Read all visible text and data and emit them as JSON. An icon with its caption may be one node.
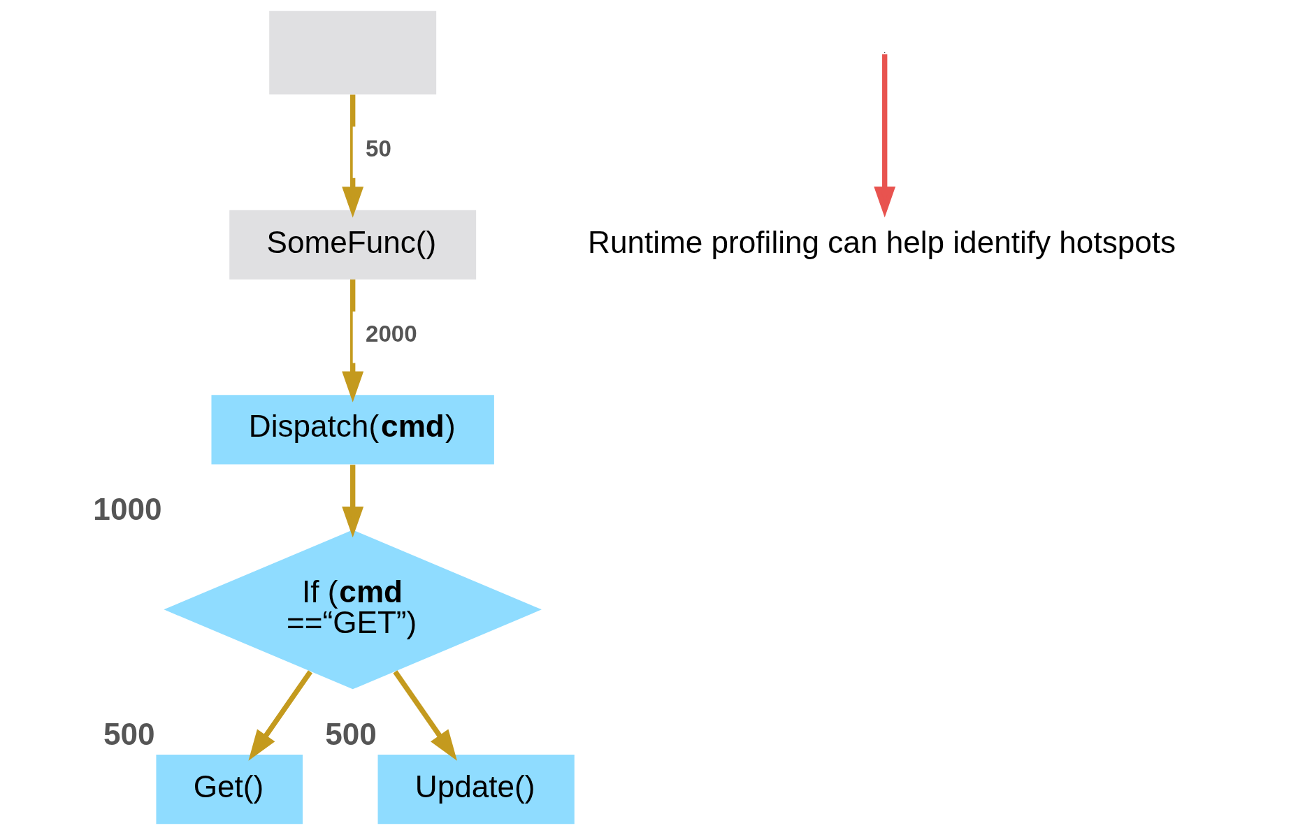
{
  "diagram": {
    "nodes": [
      {
        "text": [],
        "shape": "box"
      },
      {
        "text": [
          "SomeFunc()"
        ]
      },
      {
        "text": [
          "Dispatch(**cmd**)"
        ]
      },
      {
        "text": [
          "If (**cmd** ==“GET”)"
        ],
        "beside": [
          "1000"
        ]
      },
      {
        "text": [
          "Get()"
        ],
        "beside": [
          "500"
        ]
      },
      {
        "text": [
          "Update()"
        ],
        "beside": [
          "500"
        ]
      },
      {
        "text": [
          "Runtime profiling can help identify hotspots"
        ]
      }
    ],
    "edges": [
      {
        "from": 0,
        "to": 1,
        "arrow": "to",
        "label": "50"
      },
      {
        "from": 1,
        "to": 2,
        "arrow": "to",
        "label": "2000"
      },
      {
        "from": 2,
        "to": 3,
        "arrow": "to"
      },
      {
        "from": 3,
        "to": 4,
        "arrow": "to"
      },
      {
        "from": 3,
        "to": 5,
        "arrow": "to"
      },
      {
        "from": null,
        "to": 6,
        "arrow": "to",
        "color": "#e8534f"
      }
    ]
  }
}
